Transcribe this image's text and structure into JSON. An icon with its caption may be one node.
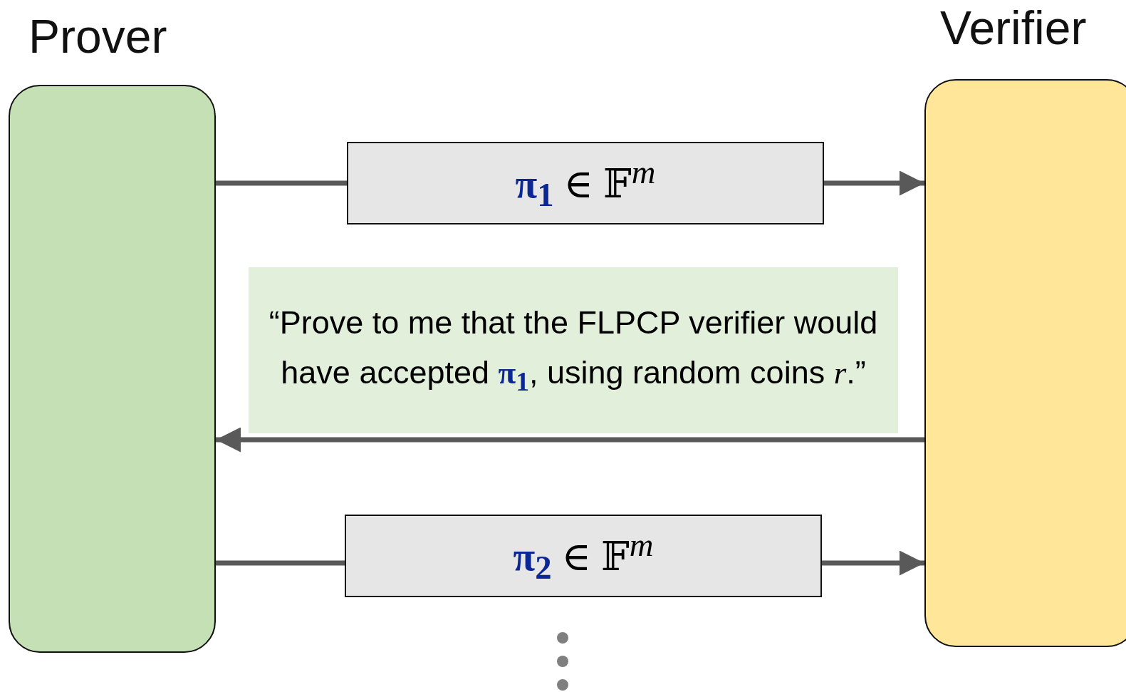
{
  "diagram": {
    "nodes": [
      {
        "text": [
          "Prover"
        ]
      },
      {
        "text": [
          "Verifier"
        ]
      }
    ],
    "edges": [
      {
        "from": 0,
        "to": 1,
        "arrow": "to",
        "label": "**π**$_{1}$ ∈ 𝔽$^{m}$"
      },
      {
        "from": 1,
        "to": 0,
        "arrow": "to",
        "label": "“Prove to me that the FLPCP verifier would have accepted **π**$_{1}$, using random coins *r*.”"
      },
      {
        "from": 0,
        "to": 1,
        "arrow": "to",
        "label": "**π**$_{2}$ ∈ 𝔽$^{m}$"
      }
    ]
  }
}
